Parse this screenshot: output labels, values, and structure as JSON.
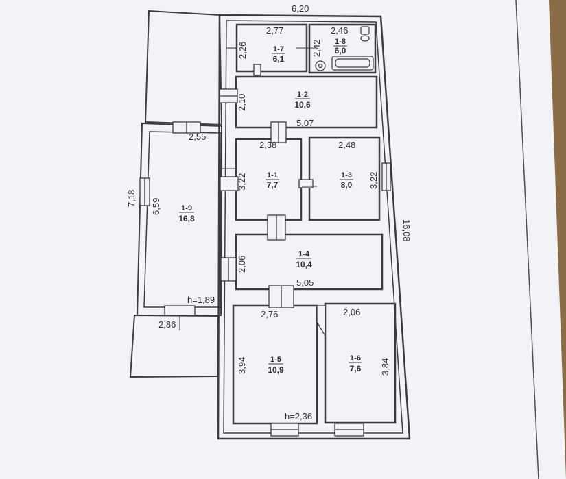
{
  "colors": {
    "background": "#d9dadf",
    "paper": "#f3f4f7",
    "wood": "#8a6c47",
    "ink": "#3a3c42"
  },
  "plan": {
    "overall_width": "6,20",
    "overall_length": "16,08",
    "annex_length": "7,18",
    "annex_width_top": "2,55",
    "annex_width_bottom": "2,86",
    "annex_height": "h=1,89",
    "house_height": "h=2,36",
    "rooms": [
      {
        "id": "1-7",
        "area": "6,1",
        "w": "2,77",
        "h": "2,26"
      },
      {
        "id": "1-8",
        "area": "6,0",
        "w": "2,46",
        "h": "2,42"
      },
      {
        "id": "1-2",
        "area": "10,6",
        "w": "5,07",
        "h": "2,10"
      },
      {
        "id": "1-1",
        "area": "7,7",
        "w": "2,38",
        "h": "3,22"
      },
      {
        "id": "1-3",
        "area": "8,0",
        "w": "2,48",
        "h": "3,22"
      },
      {
        "id": "1-9",
        "area": "16,8",
        "h": "6,59"
      },
      {
        "id": "1-4",
        "area": "10,4",
        "w": "5,05",
        "h": "2,06"
      },
      {
        "id": "1-5",
        "area": "10,9",
        "w": "2,76",
        "h": "3,94"
      },
      {
        "id": "1-6",
        "area": "7,6",
        "w": "2,06",
        "h": "3,84"
      }
    ]
  }
}
